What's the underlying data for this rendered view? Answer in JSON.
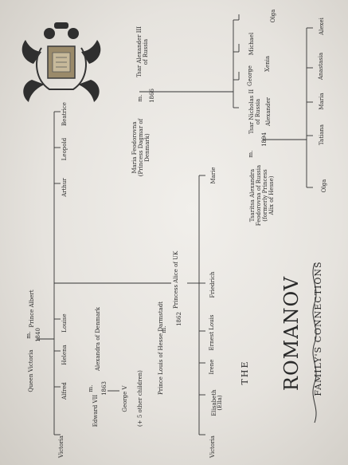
{
  "title": {
    "the": "THE",
    "main": "ROMANOV",
    "sub": "FAMILY'S CONNECTIONS"
  },
  "people": {
    "queen_victoria": "Queen Victoria",
    "m1": "m.",
    "prince_albert": "Prince Albert",
    "year1": "1840",
    "victoria": "Victoria",
    "alfred": "Alfred",
    "helena": "Helena",
    "louise": "Louise",
    "arthur": "Arthur",
    "leopold": "Leopold",
    "beatrice": "Beatrice",
    "edward": "Edward VII",
    "m2": "m.",
    "year2": "1863",
    "alexandra": "Alexandra of Denmark",
    "george5": "George V",
    "george5_note": "(+ 5 other children)",
    "prince_louis": "Prince Louis of Hesse Darmstadt",
    "m3": "m.",
    "year3": "1862",
    "princess_alice": "Princess Alice of UK",
    "h_victoria": "Victoria",
    "elisabeth": "Elisabeth",
    "elisabeth_note": "(Ella)",
    "irene": "Irene",
    "ernest": "Ernest Louis",
    "friedrich": "Friedrich",
    "marie": "Marie",
    "alexandra_f1": "Tsaritsa Alexandra",
    "alexandra_f2": "Feodorovna of Russia",
    "alexandra_f3": "(formerly Princess",
    "alexandra_f4": "Alix of Hesse)",
    "m4": "m.",
    "year4": "1894",
    "nicholas1": "Tsar Nicholas II",
    "nicholas2": "of Russia",
    "maria_f1": "Maria Feodorovna",
    "maria_f2": "(Princess Dagmar of",
    "maria_f3": "Denmark)",
    "m5": "m.",
    "year5": "1866",
    "alexander1": "Tsar Alexander III",
    "alexander2": "of Russia",
    "alexander": "Alexander",
    "george": "George",
    "xenia": "Xenia",
    "michael": "Michael",
    "olga_s": "Olga",
    "olga": "Olga",
    "tatiana": "Tatiana",
    "maria": "Maria",
    "anastasia": "Anastasia",
    "alexei": "Alexei"
  }
}
